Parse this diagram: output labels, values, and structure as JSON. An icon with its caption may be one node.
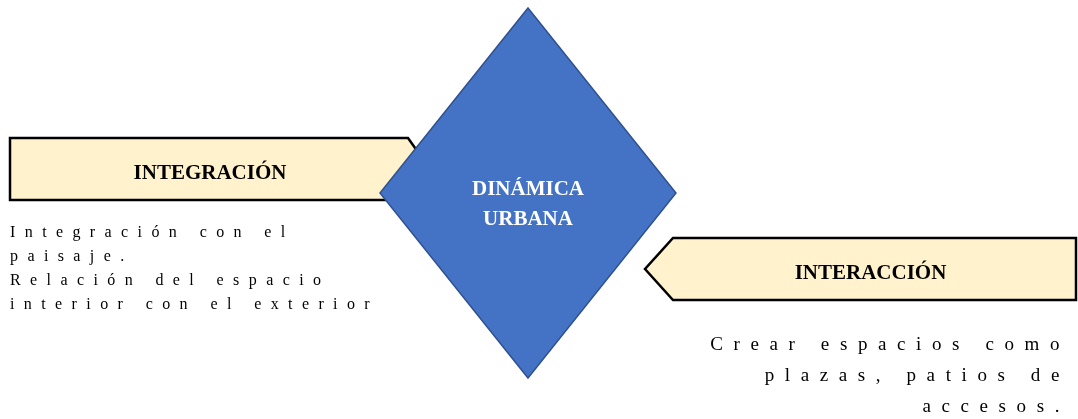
{
  "diagram": {
    "nodes": [
      {
        "text": [
          "INTEGRACIÓN"
        ],
        "beside": [
          "Integración con el paisaje.",
          "Relación del espacio interior con el exterior"
        ]
      },
      {
        "text": [
          "DINÁMICA URBANA"
        ]
      },
      {
        "text": [
          "INTERACCIÓN"
        ],
        "beside": [
          "Crear espacios como plazas, patios de accesos."
        ]
      }
    ]
  }
}
